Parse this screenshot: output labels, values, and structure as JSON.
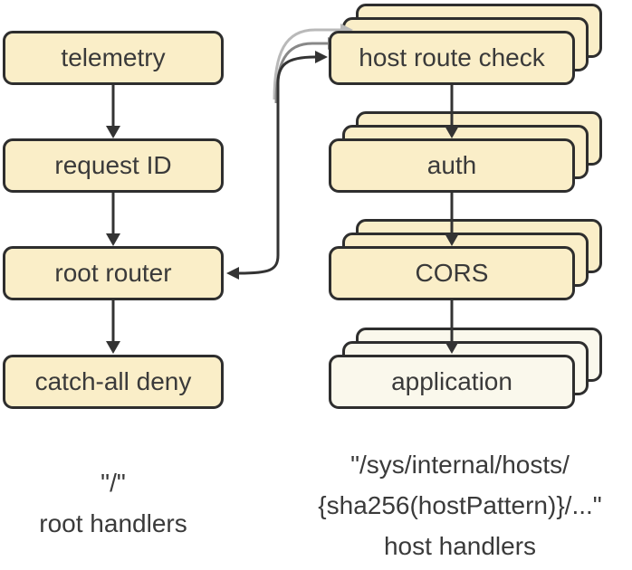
{
  "colors": {
    "node_fill": "#faeec8",
    "node_fill_light": "#faf8ec",
    "node_border": "#2e2e2e",
    "arrow": "#333333",
    "arrow_ghost_1": "#888888",
    "arrow_ghost_2": "#b9b9b9",
    "text": "#3a3a3a"
  },
  "root_chain": {
    "nodes": [
      {
        "label": "telemetry"
      },
      {
        "label": "request ID"
      },
      {
        "label": "root router"
      },
      {
        "label": "catch-all deny"
      }
    ],
    "caption": [
      "\"/\"",
      "root handlers"
    ]
  },
  "host_chain": {
    "nodes": [
      {
        "label": "host route check"
      },
      {
        "label": "auth"
      },
      {
        "label": "CORS"
      },
      {
        "label": "application"
      }
    ],
    "caption": [
      "\"/sys/internal/hosts/",
      "{sha256(hostPattern)}/...\"",
      "host handlers"
    ]
  },
  "edges": [
    "telemetry -> request ID",
    "request ID -> root router",
    "root router -> catch-all deny",
    "root router <-> host route check",
    "host route check -> auth",
    "auth -> CORS",
    "CORS -> application"
  ]
}
